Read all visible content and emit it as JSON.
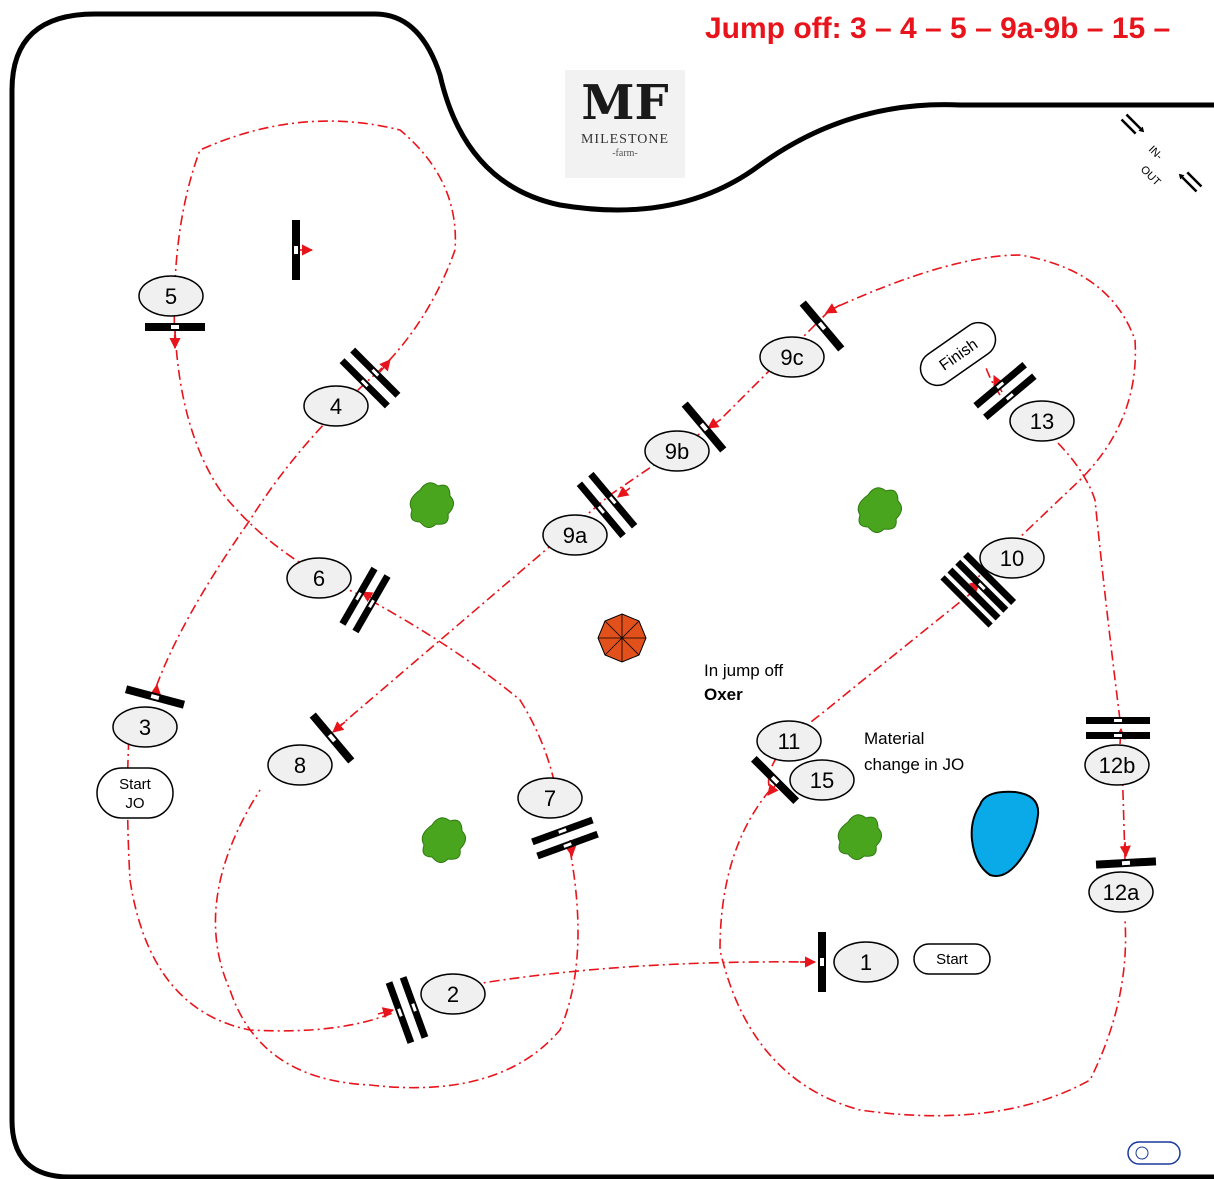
{
  "jump_off": {
    "banner": "Jump off: 3 – 4 – 5 – 9a-9b – 15 –"
  },
  "logo": {
    "monogram": "MF",
    "name": "MILESTONE",
    "sub": "-farm-"
  },
  "entrance": {
    "in": "IN-",
    "out": "OUT"
  },
  "notes": {
    "oxer_line1": "In jump off",
    "oxer_line2": "Oxer",
    "material_line1": "Material",
    "material_line2": "change in JO"
  },
  "tags": {
    "start": "Start",
    "start_jo_1": "Start",
    "start_jo_2": "JO",
    "finish": "Finish"
  },
  "fences": [
    {
      "id": "f1",
      "label": "1"
    },
    {
      "id": "f2",
      "label": "2"
    },
    {
      "id": "f3",
      "label": "3"
    },
    {
      "id": "f4",
      "label": "4"
    },
    {
      "id": "f5",
      "label": "5"
    },
    {
      "id": "f6",
      "label": "6"
    },
    {
      "id": "f7",
      "label": "7"
    },
    {
      "id": "f8",
      "label": "8"
    },
    {
      "id": "f9a",
      "label": "9a"
    },
    {
      "id": "f9b",
      "label": "9b"
    },
    {
      "id": "f9c",
      "label": "9c"
    },
    {
      "id": "f10",
      "label": "10"
    },
    {
      "id": "f11",
      "label": "11"
    },
    {
      "id": "f12a",
      "label": "12a"
    },
    {
      "id": "f12b",
      "label": "12b"
    },
    {
      "id": "f13",
      "label": "13"
    },
    {
      "id": "f15",
      "label": "15"
    }
  ],
  "colors": {
    "route": "#e8141b",
    "label_fill": "#f0f0f0",
    "tree": "#4aa51e",
    "pond": "#0aa9e8",
    "umbrella": "#e2511c"
  },
  "icons": [
    "tree-icon",
    "pond-icon",
    "umbrella-icon",
    "entrance-arrows-icon"
  ]
}
